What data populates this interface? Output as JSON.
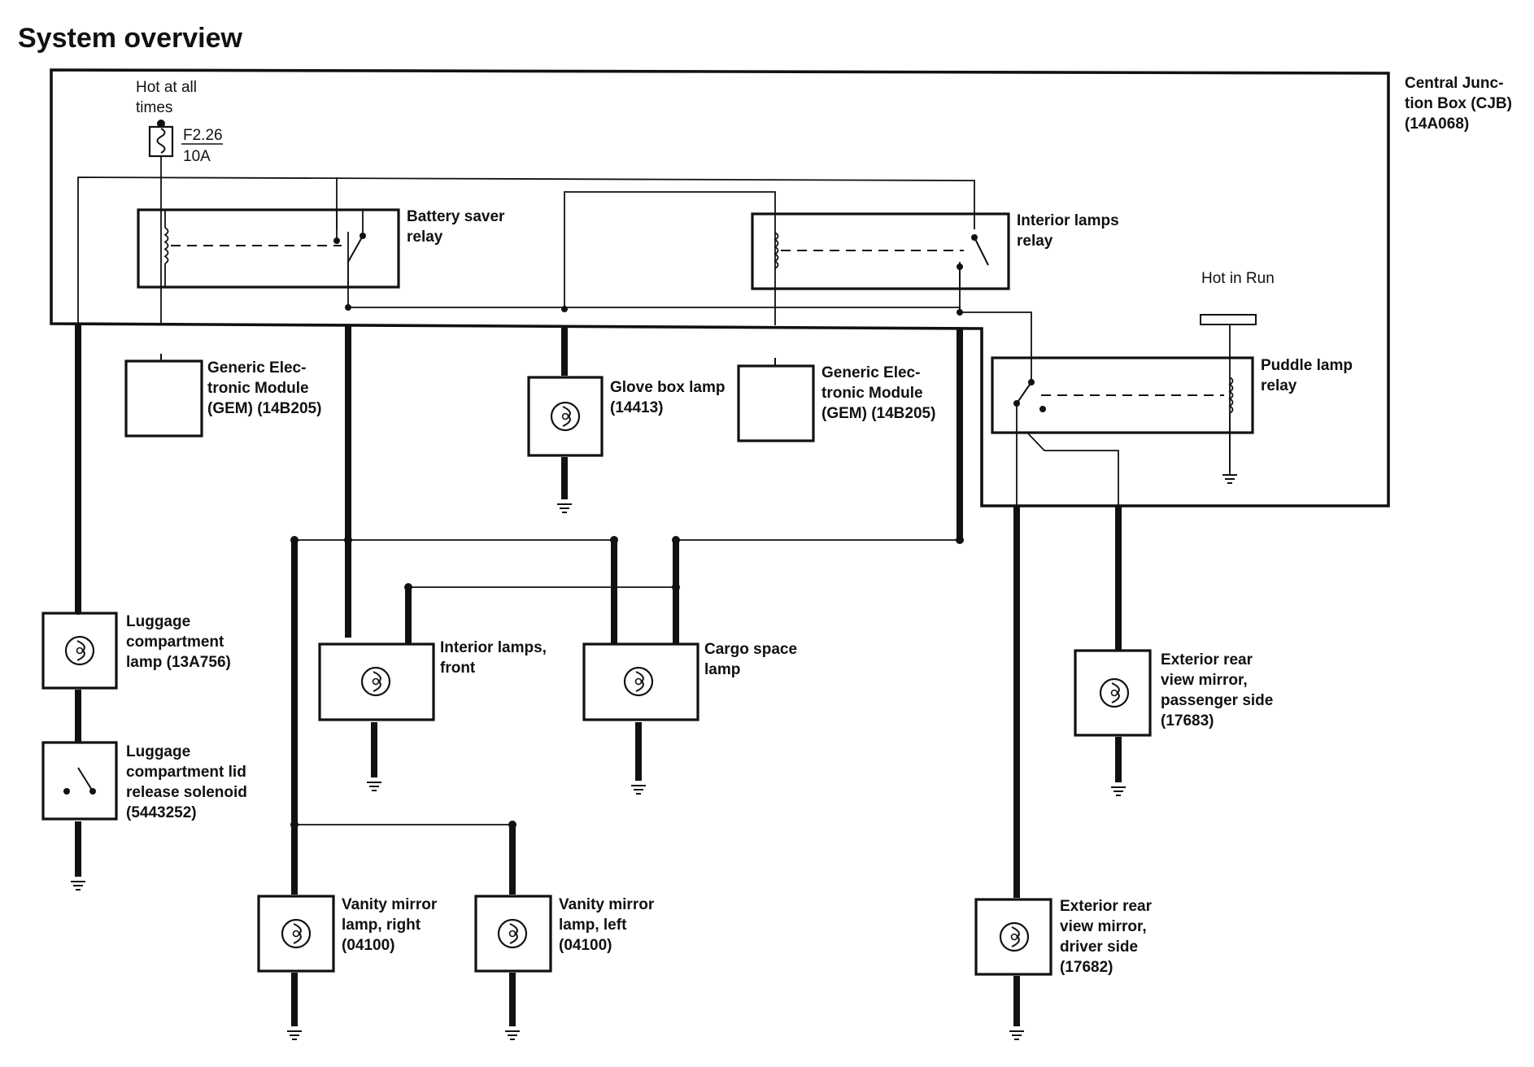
{
  "title": "System overview",
  "cjb_label": [
    "Central Junc-",
    "tion Box (CJB)",
    "(14A068)"
  ],
  "hot_at_all_times": [
    "Hot at all",
    "times"
  ],
  "fuse": {
    "id": "F2.26",
    "rating": "10A"
  },
  "hot_in_run": "Hot in Run",
  "relays": {
    "battery_saver": [
      "Battery saver",
      "relay"
    ],
    "interior_lamps": [
      "Interior lamps",
      "relay"
    ],
    "puddle_lamp": [
      "Puddle lamp",
      "relay"
    ]
  },
  "components": {
    "gem_left": [
      "Generic Elec-",
      "tronic Module",
      "(GEM) (14B205)"
    ],
    "glove_box_lamp": [
      "Glove box lamp",
      "(14413)"
    ],
    "gem_right": [
      "Generic Elec-",
      "tronic Module",
      "(GEM) (14B205)"
    ],
    "luggage_lamp": [
      "Luggage",
      "compartment",
      "lamp (13A756)"
    ],
    "luggage_solenoid": [
      "Luggage",
      "compartment lid",
      "release solenoid",
      "(5443252)"
    ],
    "interior_lamps_front": [
      "Interior lamps,",
      "front"
    ],
    "cargo_space_lamp": [
      "Cargo space",
      "lamp"
    ],
    "vanity_right": [
      "Vanity mirror",
      "lamp, right",
      "(04100)"
    ],
    "vanity_left": [
      "Vanity mirror",
      "lamp, left",
      "(04100)"
    ],
    "mirror_passenger": [
      "Exterior rear",
      "view mirror,",
      "passenger side",
      "(17683)"
    ],
    "mirror_driver": [
      "Exterior rear",
      "view mirror,",
      "driver side",
      "(17682)"
    ]
  }
}
